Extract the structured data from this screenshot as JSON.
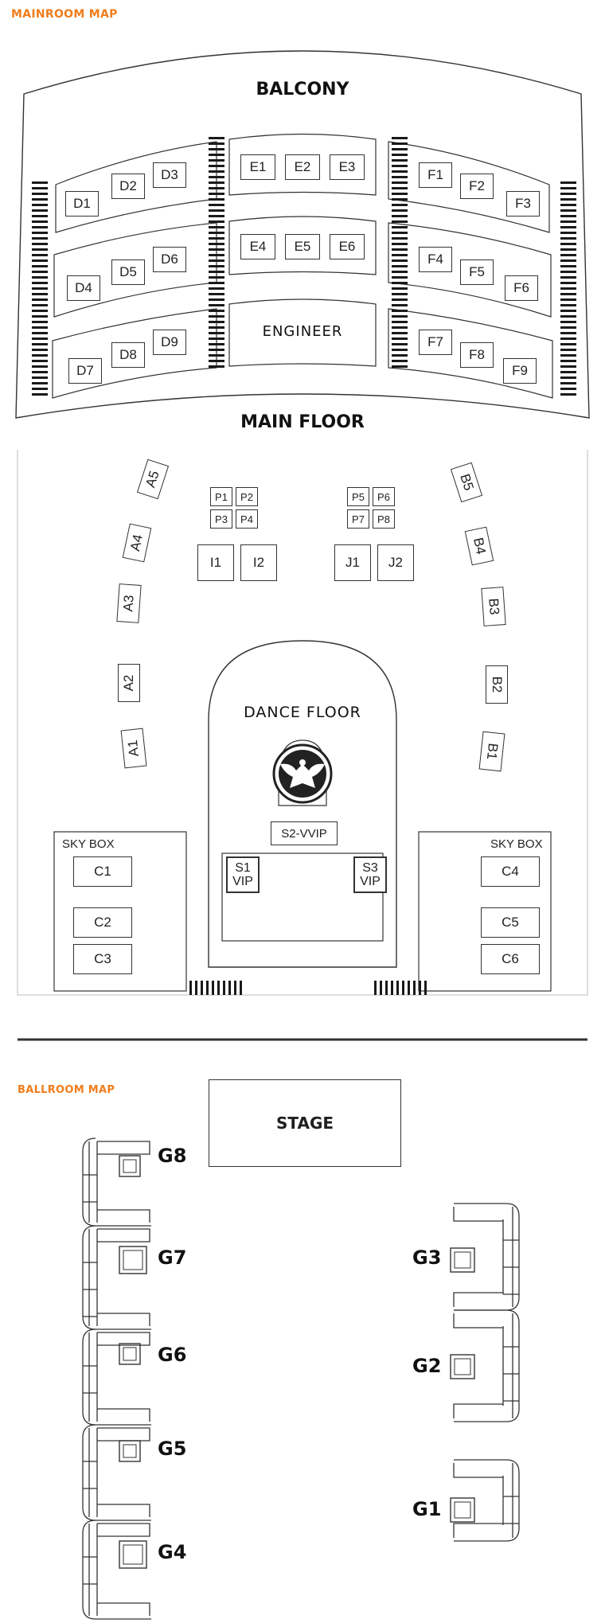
{
  "mainroom": {
    "title": "MAINROOM MAP",
    "title_color": "#f07d1c",
    "balcony_label": "BALCONY",
    "engineer_label": "ENGINEER",
    "main_floor_label": "MAIN FLOOR",
    "dance_floor_label": "DANCE FLOOR",
    "sky_box_left_label": "SKY BOX",
    "sky_box_right_label": "SKY BOX",
    "seats": {
      "D1": "D1",
      "D2": "D2",
      "D3": "D3",
      "D4": "D4",
      "D5": "D5",
      "D6": "D6",
      "D7": "D7",
      "D8": "D8",
      "D9": "D9",
      "E1": "E1",
      "E2": "E2",
      "E3": "E3",
      "E4": "E4",
      "E5": "E5",
      "E6": "E6",
      "F1": "F1",
      "F2": "F2",
      "F3": "F3",
      "F4": "F4",
      "F5": "F5",
      "F6": "F6",
      "F7": "F7",
      "F8": "F8",
      "F9": "F9",
      "P1": "P1",
      "P2": "P2",
      "P3": "P3",
      "P4": "P4",
      "P5": "P5",
      "P6": "P6",
      "P7": "P7",
      "P8": "P8",
      "I1": "I1",
      "I2": "I2",
      "J1": "J1",
      "J2": "J2",
      "A1": "A1",
      "A2": "A2",
      "A3": "A3",
      "A4": "A4",
      "A5": "A5",
      "B1": "B1",
      "B2": "B2",
      "B3": "B3",
      "B4": "B4",
      "B5": "B5",
      "C1": "C1",
      "C2": "C2",
      "C3": "C3",
      "C4": "C4",
      "C5": "C5",
      "C6": "C6",
      "S2": "S2-VVIP",
      "S1_line1": "S1",
      "S1_line2": "VIP",
      "S3_line1": "S3",
      "S3_line2": "VIP"
    },
    "logo_icon": "eagle-crest-icon"
  },
  "ballroom": {
    "title": "BALLROOM MAP",
    "title_color": "#f07d1c",
    "stage_label": "STAGE",
    "groups": {
      "G1": "G1",
      "G2": "G2",
      "G3": "G3",
      "G4": "G4",
      "G5": "G5",
      "G6": "G6",
      "G7": "G7",
      "G8": "G8"
    }
  },
  "colors": {
    "line": "#333333",
    "stripe": "#1a1a1a"
  }
}
